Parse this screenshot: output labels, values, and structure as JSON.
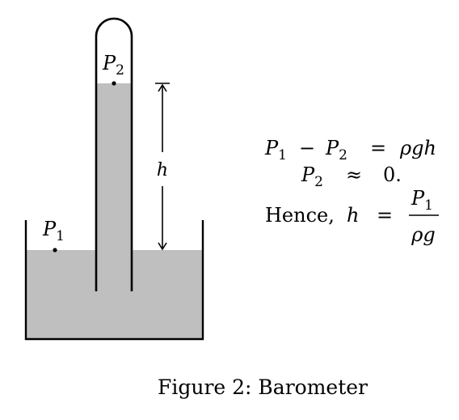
{
  "diagram": {
    "labels": {
      "p1": {
        "symbol": "P",
        "sub": "1"
      },
      "p2": {
        "symbol": "P",
        "sub": "2"
      },
      "h": "h"
    },
    "colors": {
      "mercury": "#bfbfbf",
      "line": "#000000"
    }
  },
  "equations": {
    "line1": {
      "a": "P",
      "a_sub": "1",
      "minus": "−",
      "b": "P",
      "b_sub": "2",
      "eq": "=",
      "rhs": "ρgh"
    },
    "line2": {
      "a": "P",
      "a_sub": "2",
      "approx": "≈",
      "rhs": "0."
    },
    "line3": {
      "lead": "Hence,",
      "var": "h",
      "eq": "=",
      "num": "P",
      "num_sub": "1",
      "den": "ρg"
    }
  },
  "caption": "Figure 2: Barometer"
}
